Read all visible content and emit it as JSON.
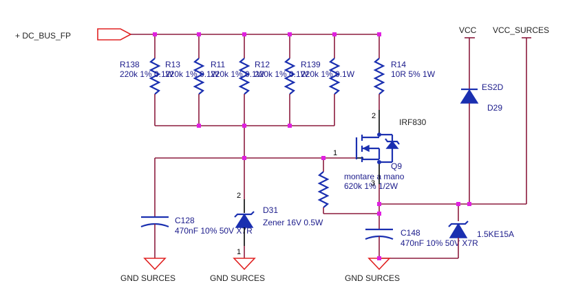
{
  "nets": {
    "input": "+ DC_BUS_FP",
    "vcc": "VCC",
    "vcc_surces": "VCC_SURCES",
    "gnd": "GND SURCES"
  },
  "resistors": [
    {
      "ref": "R138",
      "value": "220k 1% 0.1W"
    },
    {
      "ref": "R13",
      "value": "220k 1% 0.1W"
    },
    {
      "ref": "R11",
      "value": "220k 1% 0.1W"
    },
    {
      "ref": "R12",
      "value": "220k 1% 0.1W"
    },
    {
      "ref": "R139",
      "value": "220k 1% 0.1W"
    },
    {
      "ref": "R14",
      "value": "10R 5% 1W"
    }
  ],
  "mosfet": {
    "part": "IRF830",
    "ref": "Q9",
    "note": "montare a mano",
    "pin1": "1",
    "pin2": "2",
    "pin3": "3"
  },
  "gate_resistor": {
    "value": "620k 1% 1/2W"
  },
  "diode_es2d": {
    "part": "ES2D",
    "ref": "D29"
  },
  "zener_d31": {
    "ref": "D31",
    "value": "Zener 16V 0.5W",
    "pin1": "1",
    "pin2": "2"
  },
  "tvs": {
    "value": "1.5KE15A"
  },
  "capacitors": [
    {
      "ref": "C128",
      "value": "470nF 10% 50V X7R"
    },
    {
      "ref": "C148",
      "value": "470nF 10% 50V X7R"
    }
  ]
}
